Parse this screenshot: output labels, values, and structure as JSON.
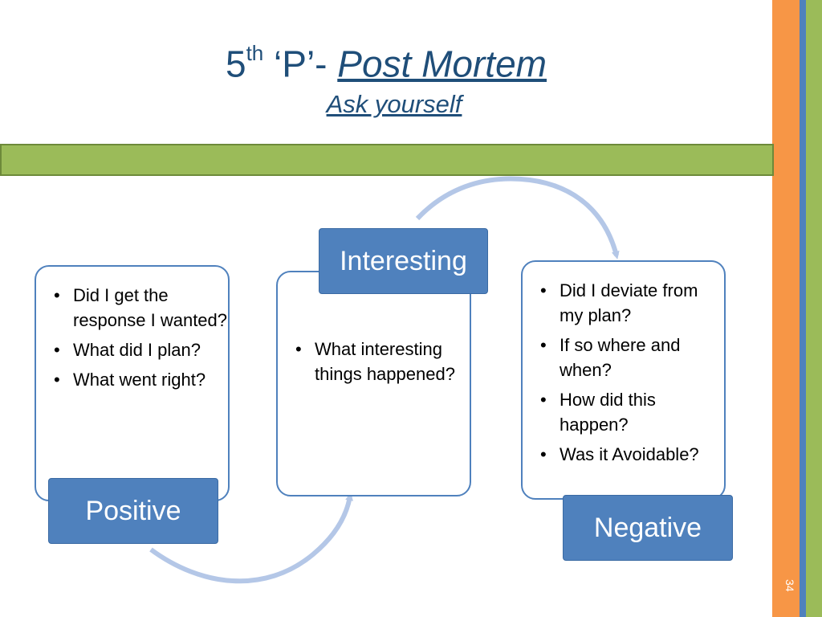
{
  "slide": {
    "title_prefix": "5",
    "title_sup": "th",
    "title_mid": " ‘P’- ",
    "title_em": "Post Mortem",
    "subtitle": "Ask yourself",
    "page_number": "34"
  },
  "positive": {
    "label": "Positive",
    "items": [
      "Did I get the response I wanted?",
      "What did I plan?",
      "What went right?"
    ]
  },
  "interesting": {
    "label": "Interesting",
    "items": [
      "What interesting things happened?"
    ]
  },
  "negative": {
    "label": "Negative",
    "items": [
      "Did I deviate from my plan?",
      "If so where and when?",
      "How did this happen?",
      "Was it Avoidable?"
    ]
  },
  "colors": {
    "accent_blue": "#4f81bd",
    "title_blue": "#1f4e79",
    "green": "#9bbb59",
    "orange": "#f79646",
    "arrow": "#b4c7e7"
  }
}
